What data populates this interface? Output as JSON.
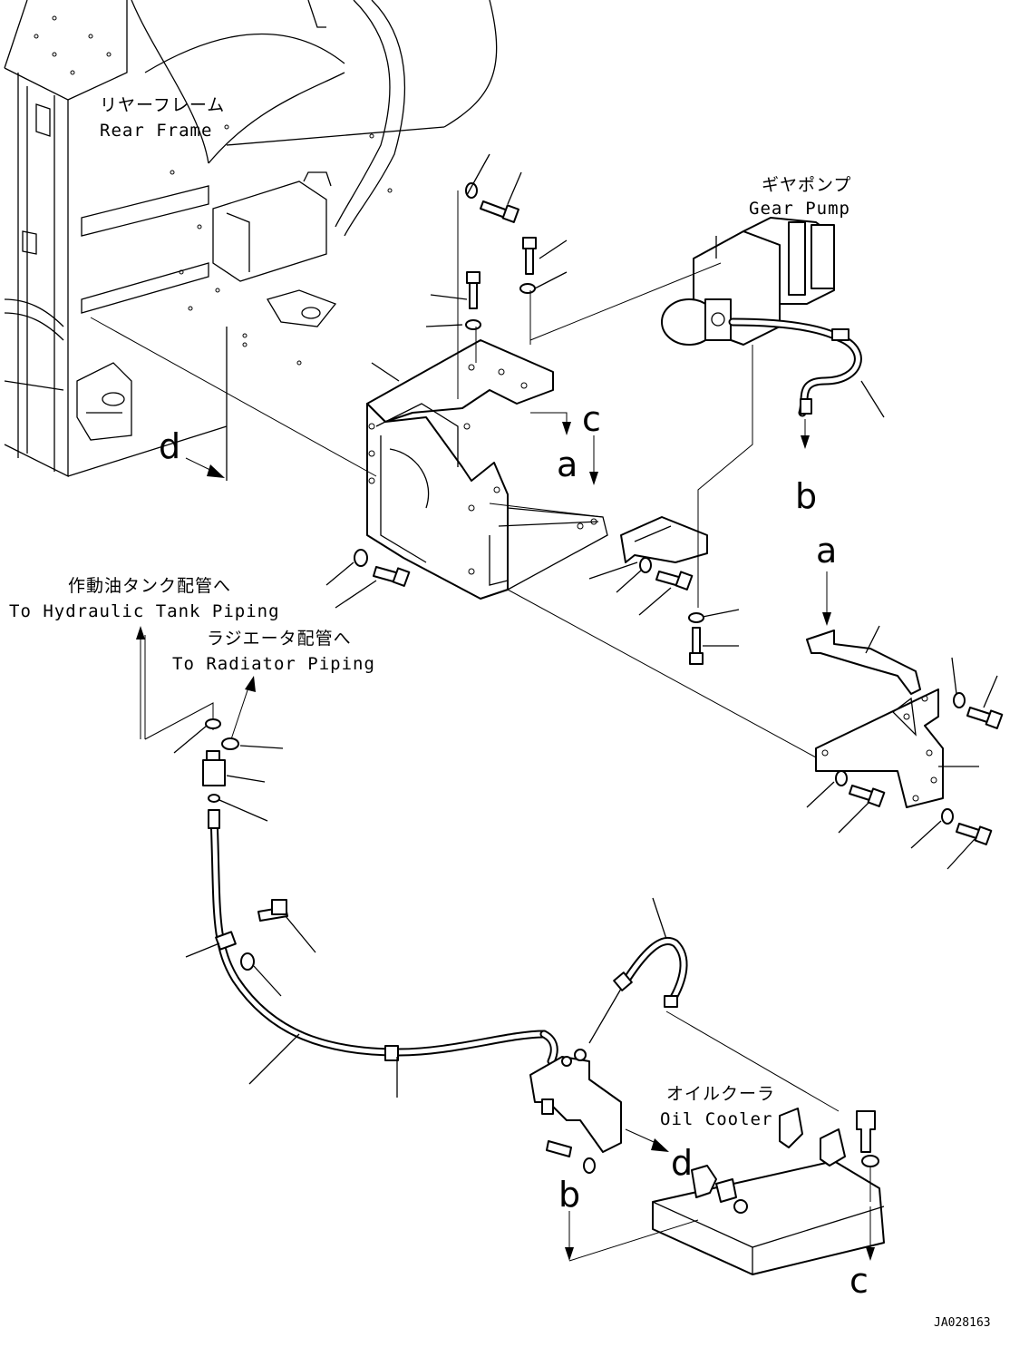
{
  "labels": {
    "rear_frame_jp": "リヤーフレーム",
    "rear_frame_en": "Rear Frame",
    "gear_pump_jp": "ギヤポンプ",
    "gear_pump_en": "Gear Pump",
    "hydraulic_tank_jp": "作動油タンク配管へ",
    "hydraulic_tank_en": "To Hydraulic Tank Piping",
    "radiator_jp": "ラジエータ配管へ",
    "radiator_en": "To Radiator Piping",
    "oil_cooler_jp": "オイルクーラ",
    "oil_cooler_en": "Oil Cooler",
    "drawing_number": "JA028163"
  },
  "callouts": {
    "a_top": "a",
    "a_right": "a",
    "b_top": "b",
    "b_bottom": "b",
    "c_top": "c",
    "c_bottom": "c",
    "d_left": "d",
    "d_bottom": "d"
  }
}
